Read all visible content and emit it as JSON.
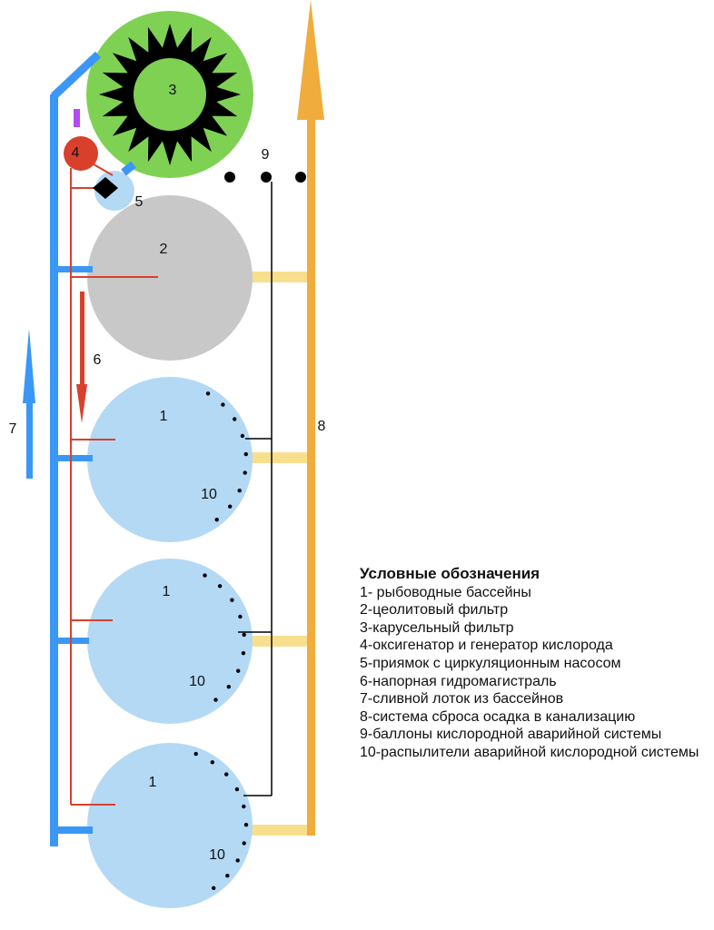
{
  "colors": {
    "pool": "#b3d9f5",
    "zeolite_filter": "#c8c8c8",
    "carousel_filter": "#7fd154",
    "carousel_sun": "#000000",
    "drain_line": "#3b97f5",
    "pressure_line": "#d9402c",
    "sludge_line": "#f0ac3c",
    "sludge_branch": "#f8df8e",
    "oxygenator": "#d9402c",
    "oxygen_valve": "#b44cf0",
    "emergency_line": "#000000"
  },
  "labels": {
    "pool_a": "1",
    "pool_b": "1",
    "pool_c": "1",
    "zeolite_filter": "2",
    "carousel_filter": "3",
    "oxygenator": "4",
    "sump": "5",
    "pressure_line": "6",
    "drain_trough": "7",
    "sludge_system": "8",
    "oxygen_cylinders": "9",
    "sprayers_a": "10",
    "sprayers_b": "10",
    "sprayers_c": "10"
  },
  "legend": {
    "title": "Условные обозначения",
    "items": [
      "1- рыбоводные бассейны",
      "2-цеолитовый фильтр",
      "3-карусельный фильтр",
      "4-оксигенатор и генератор кислорода",
      "5-приямок с циркуляционным насосом",
      "6-напорная гидромагистраль",
      "7-сливной лоток из бассейнов",
      "8-система сброса осадка в канализацию",
      "9-баллоны кислородной аварийной системы",
      "10-распылители аварийной кислородной системы"
    ]
  }
}
